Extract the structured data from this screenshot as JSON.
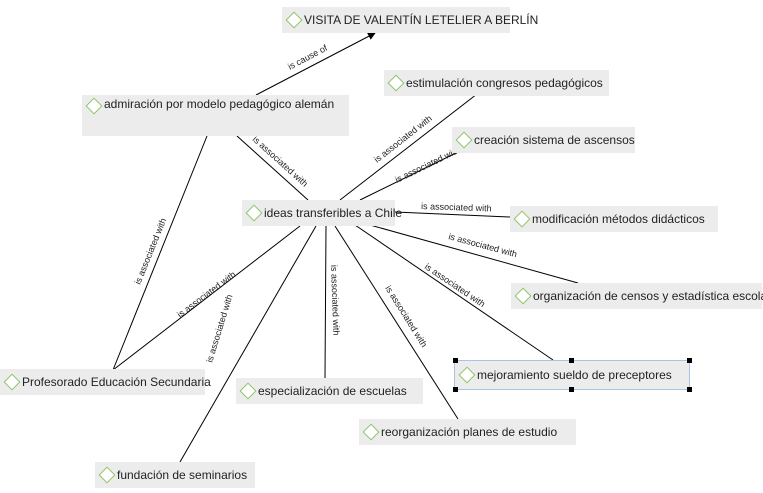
{
  "nodes": {
    "root": "VISITA DE VALENTÍN LETELIER A BERLÍN",
    "admiracion": "admiración por modelo pedagógico alemán",
    "ideas": "ideas transferibles a Chile",
    "estimulacion": "estimulación congresos pedagógicos",
    "creacion": "creación sistema de ascensos",
    "modificacion": "modificación métodos didácticos",
    "organizacion": "organización de censos y estadística escolar",
    "mejoramiento": "mejoramiento sueldo de preceptores",
    "profesorado": "Profesorado Educación Secundaria",
    "especializacion": "especialización de escuelas",
    "reorganizacion": "reorganización planes de estudio",
    "fundacion": "fundación de seminarios"
  },
  "edge_labels": {
    "cause": "is cause of",
    "assoc": "is associated with"
  },
  "selected_node": "mejoramiento",
  "colors": {
    "node_bg": "#ececec",
    "diamond": "#8cc266",
    "selection": "#a8c4e6"
  },
  "icons": {
    "node_marker": "diamond-icon"
  }
}
